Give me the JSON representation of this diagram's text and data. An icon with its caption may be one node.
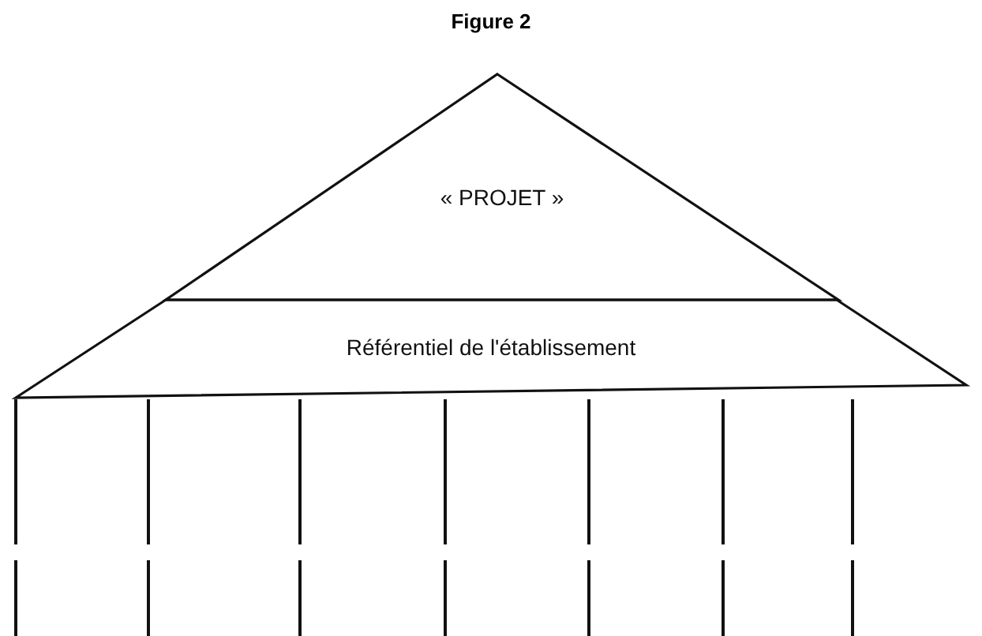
{
  "diagram": {
    "title": "Figure 2",
    "nodes": [
      {
        "text": [
          "« PROJET »"
        ]
      },
      {
        "text": [
          "Référentiel de l'établissement"
        ]
      }
    ]
  }
}
